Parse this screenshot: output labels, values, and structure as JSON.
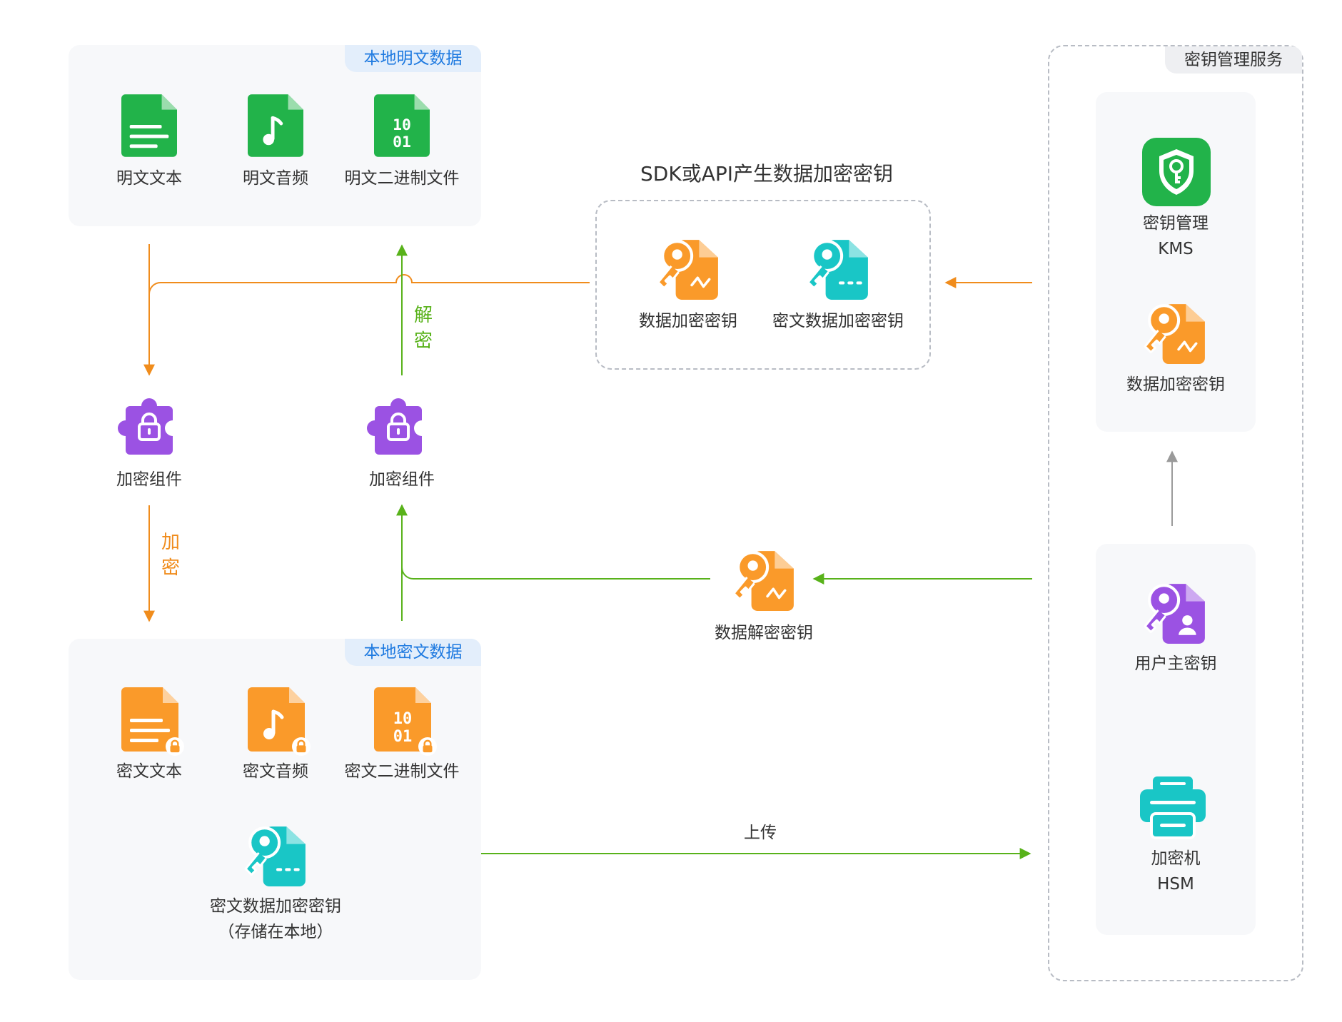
{
  "colors": {
    "green": "#22b34a",
    "orange": "#fa9a2a",
    "teal": "#19c6c6",
    "purple": "#9b52e3",
    "arrow_orange": "#f08c1c",
    "arrow_green": "#58b21a",
    "arrow_gray": "#9a9a9a",
    "tag_blue": "#1f7ae0"
  },
  "local_plain": {
    "tag": "本地明文数据",
    "items": [
      {
        "label": "明文文本",
        "icon": "text-file-icon"
      },
      {
        "label": "明文音频",
        "icon": "audio-file-icon"
      },
      {
        "label": "明文二进制文件",
        "icon": "binary-file-icon"
      }
    ]
  },
  "local_cipher": {
    "tag": "本地密文数据",
    "items": [
      {
        "label": "密文文本",
        "icon": "locked-text-file-icon"
      },
      {
        "label": "密文音频",
        "icon": "locked-audio-file-icon"
      },
      {
        "label": "密文二进制文件",
        "icon": "locked-binary-file-icon"
      }
    ],
    "stored_key": {
      "label": "密文数据加密密钥",
      "sub": "（存储在本地）"
    }
  },
  "encrypt_components": [
    {
      "label": "加密组件",
      "icon": "puzzle-lock-icon"
    },
    {
      "label": "加密组件",
      "icon": "puzzle-lock-icon"
    }
  ],
  "flow": {
    "decrypt_label": [
      "解",
      "密"
    ],
    "encrypt_label": [
      "加",
      "密"
    ],
    "upload_label": "上传",
    "decryption_key": "数据解密密钥"
  },
  "sdk_group": {
    "title": "SDK或API产生数据加密密钥",
    "keys": [
      {
        "label": "数据加密密钥",
        "icon": "data-key-icon"
      },
      {
        "label": "密文数据加密密钥",
        "icon": "cipher-key-icon"
      }
    ]
  },
  "kms_service": {
    "tag": "密钥管理服务",
    "kms": {
      "label": "密钥管理",
      "sub": "KMS",
      "icon": "shield-key-icon"
    },
    "data_key": {
      "label": "数据加密密钥",
      "icon": "data-key-icon"
    },
    "master_key": {
      "label": "用户主密钥",
      "icon": "user-key-icon"
    },
    "hsm": {
      "label": "加密机",
      "sub": "HSM",
      "icon": "hsm-icon"
    }
  }
}
